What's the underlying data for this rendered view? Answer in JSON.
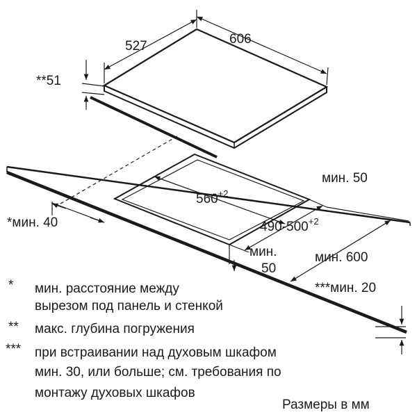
{
  "diagram": {
    "hob_width": "606",
    "hob_depth": "527",
    "hob_depth_note": "**51",
    "cutout_width_base": "560",
    "cutout_width_tol": "+2",
    "cutout_depth_base": "490-500",
    "cutout_depth_tol": "+2",
    "min_50_right": "мин. 50",
    "min_40_left": "*мин. 40",
    "min_50_front_a": "мин.",
    "min_50_front_b": "50",
    "min_600": "мин. 600",
    "min_20": "***мин. 20"
  },
  "notes": [
    {
      "mark": "*",
      "lines": [
        "мин. расстояние между",
        "вырезом под панель и стенкой"
      ]
    },
    {
      "mark": "**",
      "lines": [
        "макс. глубина погружения"
      ]
    },
    {
      "mark": "***",
      "lines": [
        "при встраивании над духовым шкафом",
        "мин. 30, или больше; см. требования по",
        "монтажу духовых шкафов"
      ]
    }
  ],
  "units": "Размеры в мм"
}
